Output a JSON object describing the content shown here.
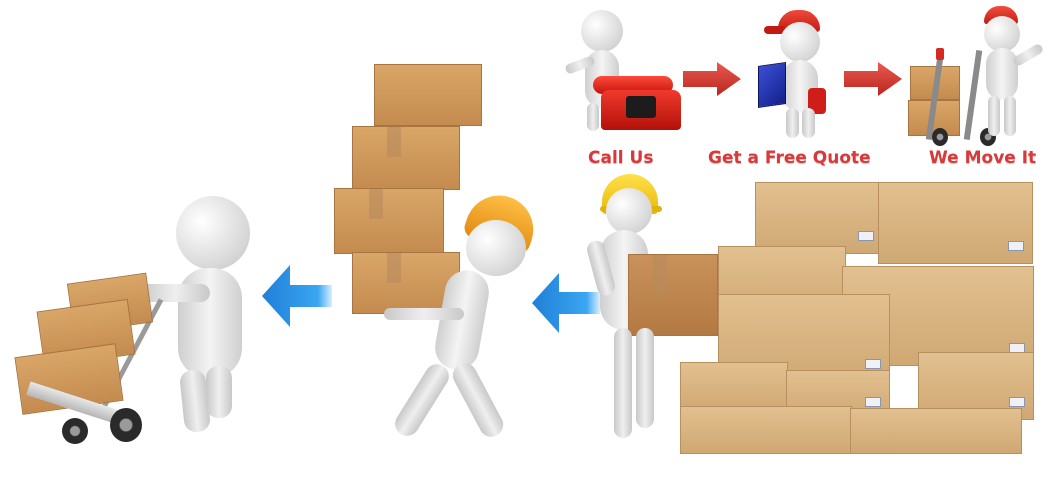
{
  "process": {
    "title_steps": [
      {
        "label": "Call Us",
        "icon": "telephone-icon"
      },
      {
        "label": "Get a Free Quote",
        "icon": "clipboard-icon"
      },
      {
        "label": "We Move It",
        "icon": "hand-truck-icon"
      }
    ],
    "flow_arrows_top": {
      "color": "#d93a35",
      "direction": "right",
      "count": 2
    },
    "flow_arrows_bottom": {
      "color": "#2a8de0",
      "direction": "left",
      "count": 2
    },
    "scenes": [
      {
        "name": "packing-warehouse",
        "description": "Worker in yellow hard hat lifting box beside stacked cartons"
      },
      {
        "name": "carrying-boxes",
        "description": "Worker in orange cap carrying four stacked boxes"
      },
      {
        "name": "delivery-hand-truck",
        "description": "Figure pushing hand truck with three boxes"
      }
    ]
  },
  "colors": {
    "label_red": "#d63a3a",
    "arrow_red": "#d93a35",
    "arrow_blue": "#2a8de0",
    "cardboard": "#d1a064",
    "hard_hat_yellow": "#f2c80f",
    "cap_orange": "#f0a12a",
    "cap_red": "#d92b2b"
  }
}
